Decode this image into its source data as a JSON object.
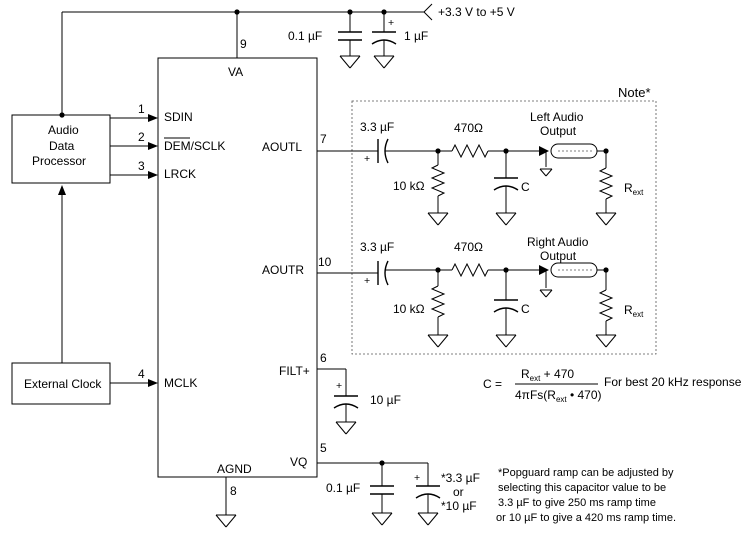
{
  "supply": "+3.3 V to +5 V",
  "chip": {
    "va": "VA",
    "agnd": "AGND",
    "pin_va": "9",
    "pin_agnd": "8",
    "pins": [
      {
        "num": "1",
        "label": "SDIN"
      },
      {
        "num": "2",
        "label": "DEM/SCLK"
      },
      {
        "num": "3",
        "label": "LRCK"
      },
      {
        "num": "4",
        "label": "MCLK"
      }
    ],
    "right_pins": [
      {
        "num": "7",
        "label": "AOUTL"
      },
      {
        "num": "10",
        "label": "AOUTR"
      },
      {
        "num": "6",
        "label": "FILT+"
      },
      {
        "num": "5",
        "label": "VQ"
      }
    ]
  },
  "blocks": {
    "audio_processor": [
      "Audio",
      "Data",
      "Processor"
    ],
    "external_clock": "External Clock"
  },
  "supply_caps": [
    "0.1 µF",
    "1 µF"
  ],
  "note_box": {
    "title": "Note*",
    "cap_in": "3.3 µF",
    "res_series": "470Ω",
    "res_shunt": "10 kΩ",
    "cap_filter": "C",
    "left_output": [
      "Left Audio",
      "Output"
    ],
    "right_output": [
      "Right Audio",
      "Output"
    ],
    "rext": "R",
    "rext_sub": "ext"
  },
  "filt_cap": "10 µF",
  "vq_caps": {
    "small": "0.1 µF",
    "large_line1": "*3.3 µF",
    "large_line2": "or",
    "large_line3": "*10 µF"
  },
  "formula": {
    "lhs": "C =",
    "num_r": "R",
    "num_sub": "ext",
    "num_rest": " + 470",
    "den_a": "4πFs(R",
    "den_sub": "ext",
    "den_b": " • 470)",
    "note": "For best 20 kHz response"
  },
  "footnote": [
    "*Popguard ramp can be adjusted by",
    "selecting this capacitor value to be",
    "3.3 µF to give 250 ms ramp time",
    " or 10 µF to give a 420 ms ramp time."
  ]
}
